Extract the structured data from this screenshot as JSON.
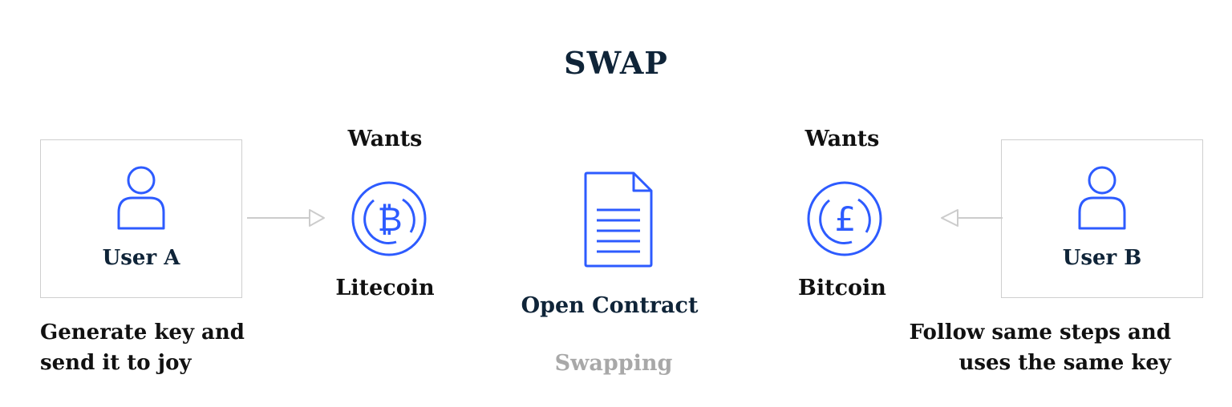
{
  "title": "SWAP",
  "user_a": {
    "name": "User A",
    "icon": "user-icon",
    "wants_label": "Wants",
    "coin": "Litecoin",
    "coin_icon": "bitcoin-coin-icon",
    "note_line1": "Generate key and",
    "note_line2": "send it to joy"
  },
  "user_b": {
    "name": "User B",
    "icon": "user-icon",
    "wants_label": "Wants",
    "coin": "Bitcoin",
    "coin_icon": "pound-coin-icon",
    "note_line1": "Follow same steps and",
    "note_line2": "uses the same key"
  },
  "contract": {
    "label": "Open Contract",
    "icon": "document-icon",
    "status": "Swapping"
  },
  "colors": {
    "icon_blue": "#2d5bff",
    "title_navy": "#0f2438",
    "arrow_gray": "#cccccc",
    "muted_gray": "#a8a8a8"
  }
}
